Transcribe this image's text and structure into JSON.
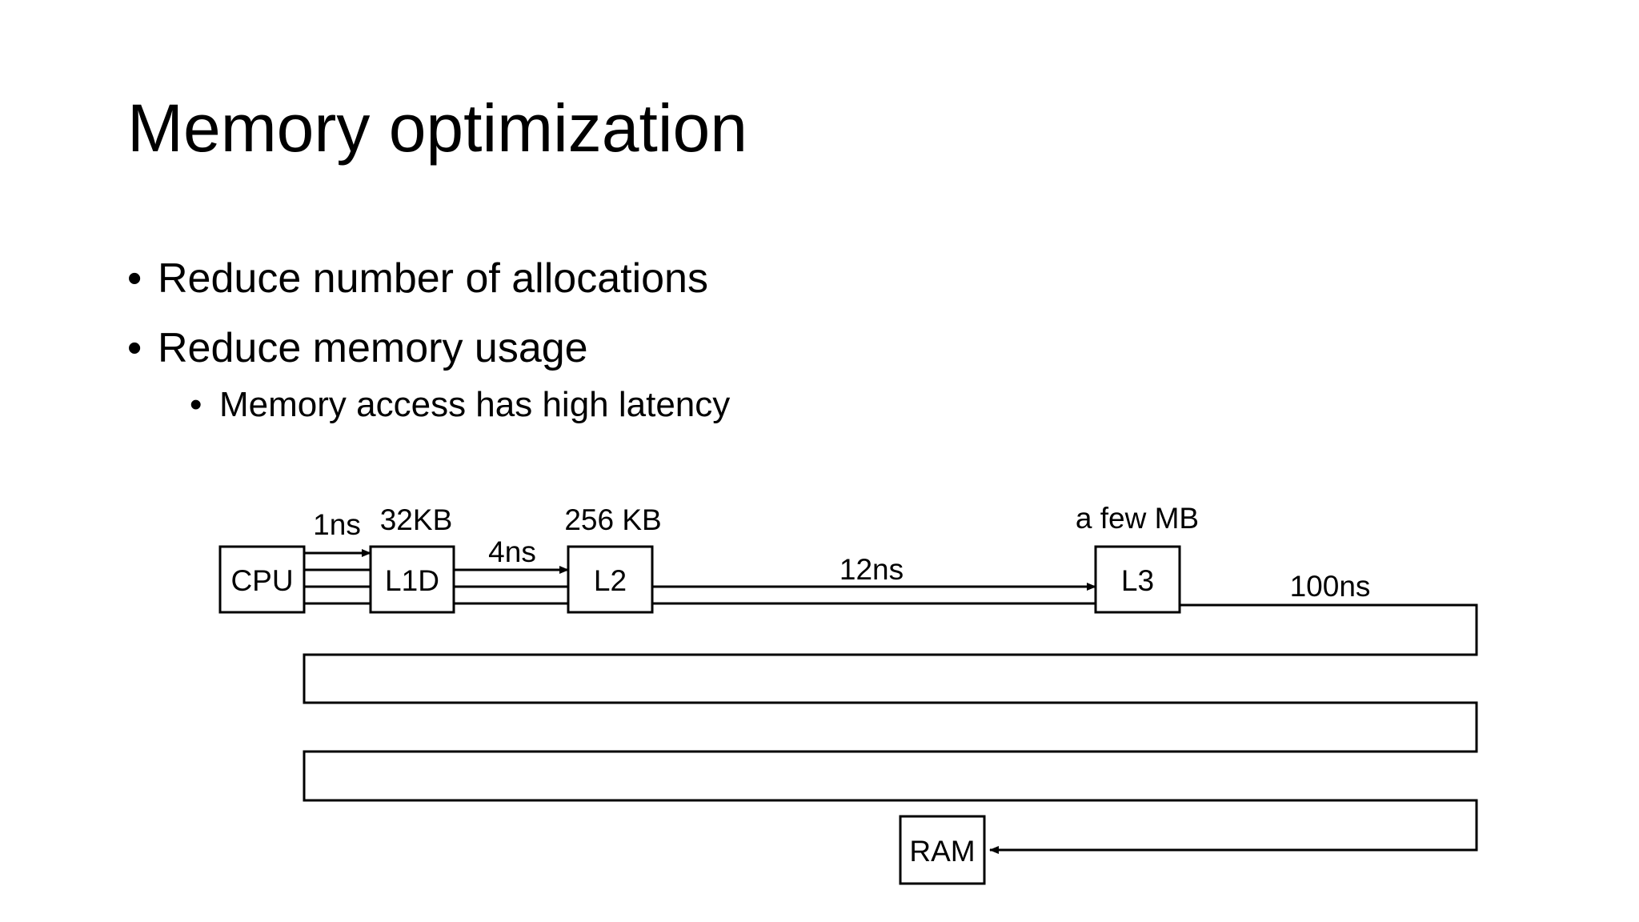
{
  "slide": {
    "title": "Memory optimization",
    "bullets": [
      {
        "text": "Reduce number of allocations",
        "level": 1
      },
      {
        "text": "Reduce memory usage",
        "level": 1
      },
      {
        "text": "Memory access has high latency",
        "level": 2
      }
    ],
    "bullet_glyph": "•"
  },
  "diagram": {
    "nodes": {
      "cpu": "CPU",
      "l1d": "L1D",
      "l2": "L2",
      "l3": "L3",
      "ram": "RAM"
    },
    "latencies": {
      "cpu_l1d": "1ns",
      "l1d_l2": "4ns",
      "l2_l3": "12ns",
      "l3_ram": "100ns"
    },
    "sizes": {
      "l1d": "32KB",
      "l2": "256 KB",
      "l3": "a few MB"
    }
  }
}
